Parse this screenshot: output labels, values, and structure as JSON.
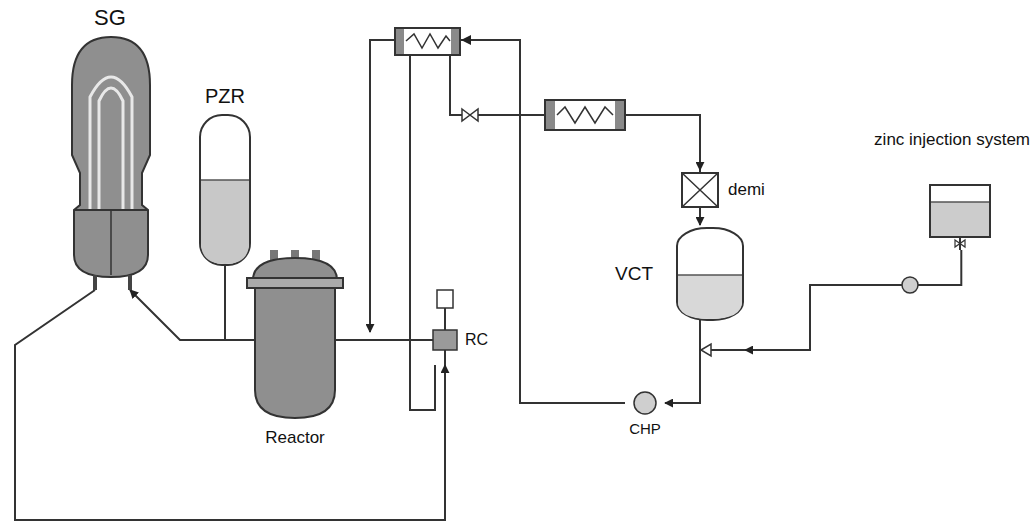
{
  "diagram": {
    "nodes": [
      {
        "text": [
          "SG"
        ]
      },
      {
        "text": [
          "PZR"
        ]
      },
      {
        "text": [
          "Reactor"
        ]
      },
      {
        "text": [
          "RC"
        ]
      },
      {
        "text": [
          "demi"
        ]
      },
      {
        "text": [
          "VCT"
        ]
      },
      {
        "text": [
          "CHP"
        ]
      },
      {
        "text": [
          "zinc injection system"
        ]
      }
    ],
    "edges": [
      {
        "from": 2,
        "to": 0,
        "arrow": "to"
      },
      {
        "from": 0,
        "to": 3,
        "arrow": "to"
      },
      {
        "from": 3,
        "to": 2,
        "arrow": "none"
      },
      {
        "from": 1,
        "to": 2,
        "arrow": "none"
      },
      {
        "from": 3,
        "to": 4,
        "arrow": "to"
      },
      {
        "from": 4,
        "to": 5,
        "arrow": "to"
      },
      {
        "from": 5,
        "to": 6,
        "arrow": "to"
      },
      {
        "from": 7,
        "to": 5,
        "arrow": "to"
      },
      {
        "from": 6,
        "to": 2,
        "arrow": "to"
      }
    ]
  }
}
